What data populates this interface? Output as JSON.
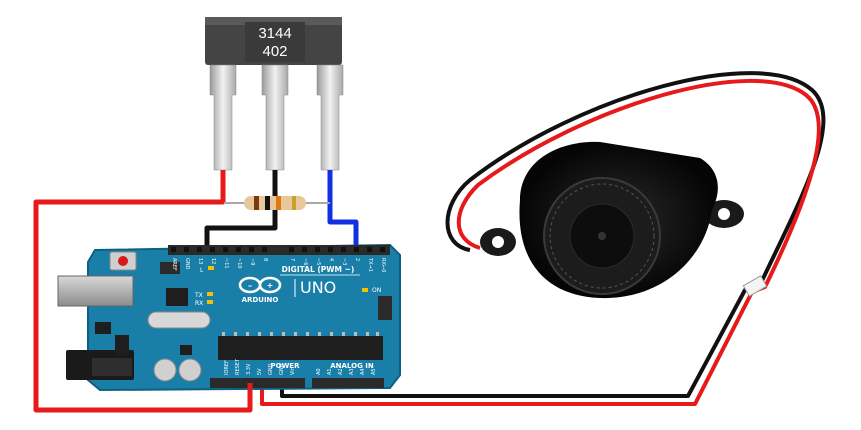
{
  "sensor": {
    "line1": "3144",
    "line2": "402"
  },
  "board": {
    "logo_text": "ARDUINO",
    "model_text": "UNO",
    "digital_label": "DIGITAL (PWM ~)",
    "power_label": "POWER",
    "analog_label": "ANALOG IN",
    "on_label": "ON",
    "tx_label": "TX",
    "rx_label": "RX",
    "l_label": "L",
    "digital_pins": [
      "AREF",
      "GND",
      "13",
      "12",
      "~11",
      "~10",
      "~9",
      "8",
      "7",
      "~6",
      "~5",
      "4",
      "~3",
      "2",
      "TX→1",
      "RX←0"
    ],
    "power_pins": [
      "IOREF",
      "RESET",
      "3.3V",
      "5V",
      "GND",
      "GND",
      "Vin"
    ],
    "analog_pins": [
      "A0",
      "A1",
      "A2",
      "A3",
      "A4",
      "A5"
    ]
  },
  "colors": {
    "board": "#1a7fa8",
    "wire_red": "#e61a1a",
    "wire_black": "#111111",
    "wire_blue": "#1130e0",
    "sensor_body": "#4a4a4a"
  }
}
